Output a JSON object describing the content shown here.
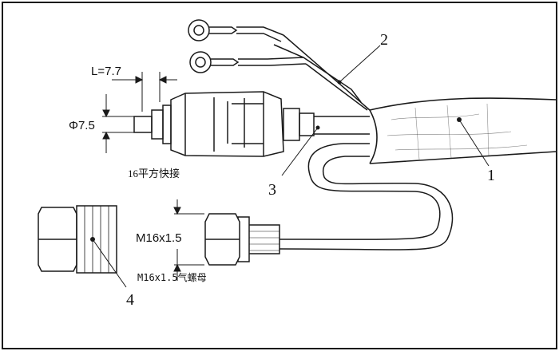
{
  "callouts": {
    "c1": "1",
    "c2": "2",
    "c3": "3",
    "c4": "4"
  },
  "dimensions": {
    "length": "L=7.7",
    "diameter": "Φ7.5",
    "thread": "M16x1.5"
  },
  "annotations": {
    "quick_connector": "16平方快接",
    "air_nut": "M16x1.5气螺母"
  },
  "colors": {
    "line": "#1a1a1a",
    "background": "#ffffff"
  }
}
